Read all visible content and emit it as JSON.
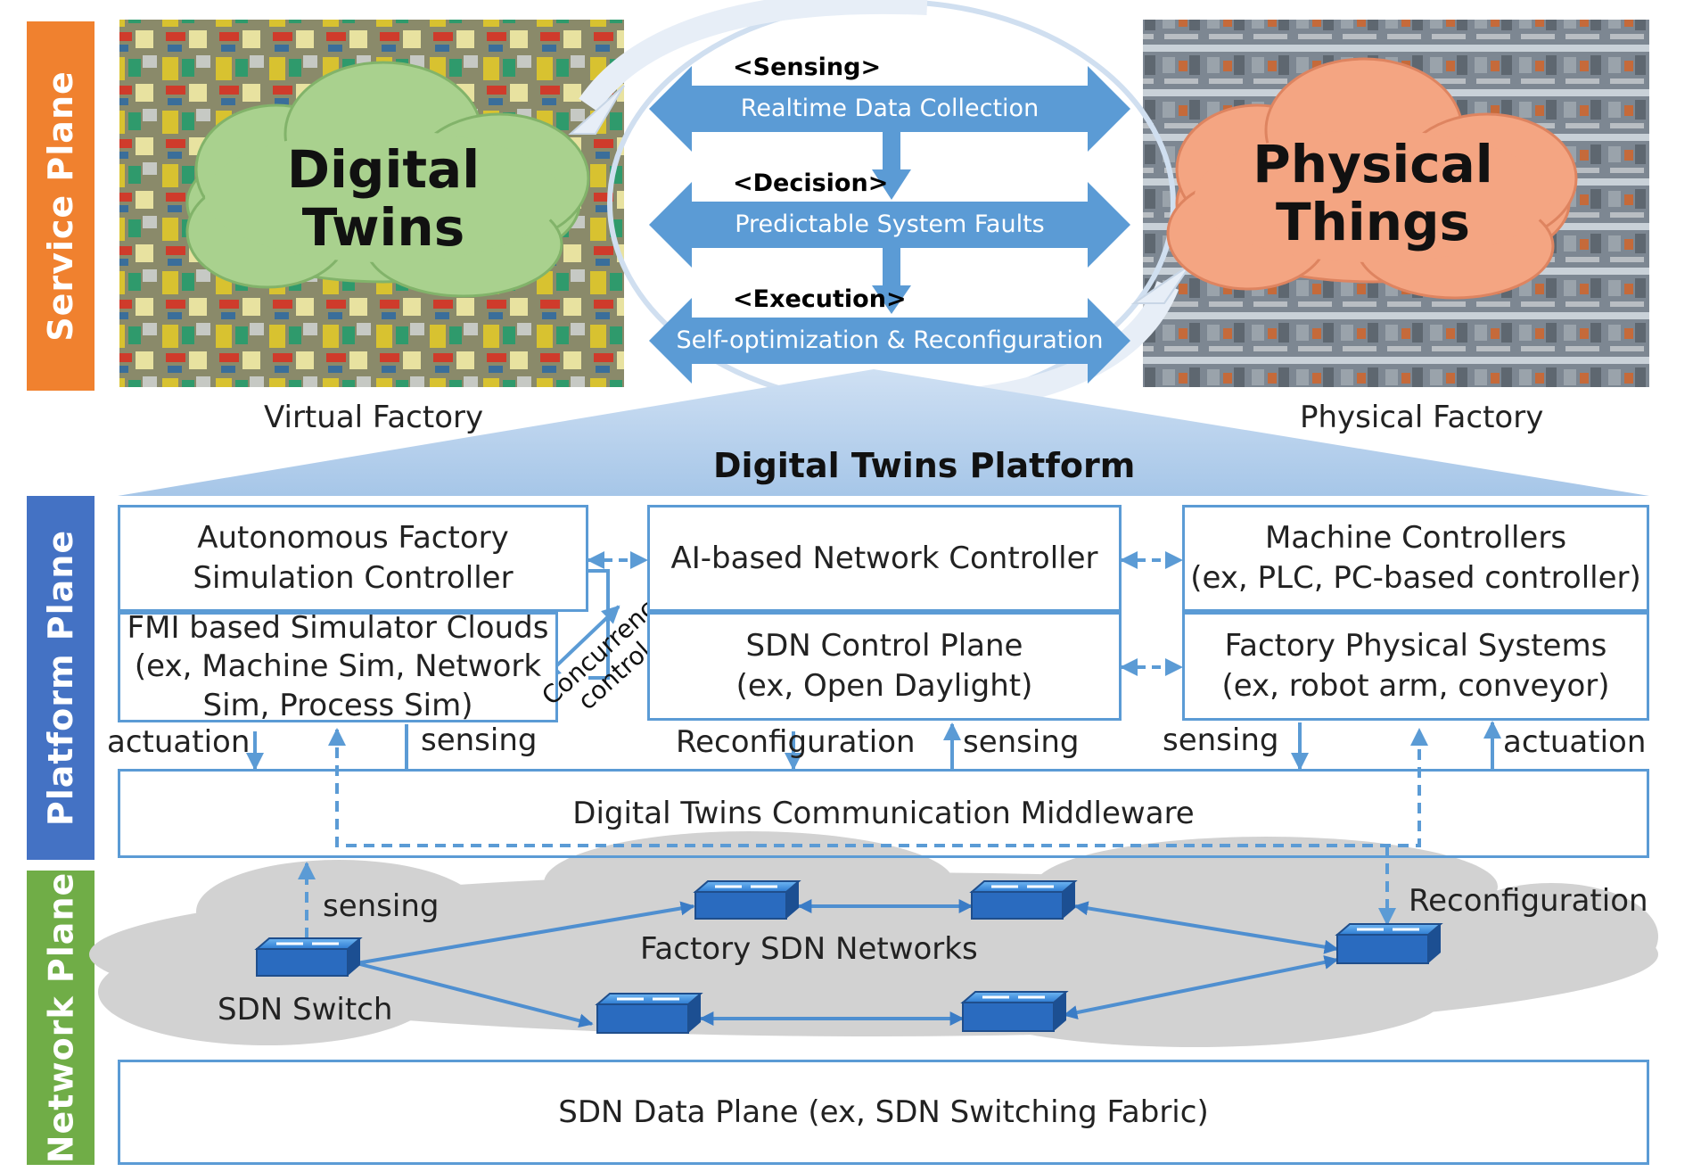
{
  "planes": {
    "service": {
      "label": "Service Plane",
      "color": "#f0812f"
    },
    "platform": {
      "label": "Platform Plane",
      "color": "#4472c4"
    },
    "network": {
      "label": "Network Plane",
      "color": "#70ad47"
    }
  },
  "service": {
    "digital_twins": "Digital\nTwins",
    "physical_things": "Physical\nThings",
    "virtual_factory": "Virtual Factory",
    "physical_factory": "Physical Factory",
    "stages": [
      {
        "tag": "<Sensing>",
        "text": "Realtime Data Collection"
      },
      {
        "tag": "<Decision>",
        "text": "Predictable System Faults"
      },
      {
        "tag": "<Execution>",
        "text": "Self-optimization & Reconfiguration"
      }
    ]
  },
  "platform": {
    "title": "Digital Twins Platform",
    "autonomous": "Autonomous Factory\nSimulation Controller",
    "fmi": "FMI based Simulator Clouds\n(ex, Machine Sim, Network\nSim, Process Sim)",
    "concurrency": "Concurrency\ncontrol",
    "ai": "AI-based Network Controller",
    "sdn_control": "SDN Control Plane\n(ex, Open Daylight)",
    "machine": "Machine Controllers\n(ex, PLC, PC-based controller)",
    "physical_systems": "Factory Physical Systems\n(ex, robot arm, conveyor)",
    "middleware": "Digital Twins Communication Middleware",
    "labels": {
      "actuation_left": "actuation",
      "sensing_left": "sensing",
      "reconfiguration": "Reconfiguration",
      "sensing_mid": "sensing",
      "sensing_right": "sensing",
      "actuation_right": "actuation"
    }
  },
  "network": {
    "sensing": "sensing",
    "factory_sdn": "Factory SDN Networks",
    "sdn_switch": "SDN Switch",
    "reconfiguration": "Reconfiguration",
    "data_plane": "SDN Data Plane (ex, SDN Switching Fabric)"
  },
  "colors": {
    "accent_blue": "#5b9bd5",
    "band_blue": "#5b9bd5",
    "cloud_green": "#a9d18e",
    "cloud_orange": "#f4a582",
    "network_cloud": "#d0d0d0"
  },
  "icons": [
    "sdn-switch-icon",
    "cloud-shape"
  ]
}
